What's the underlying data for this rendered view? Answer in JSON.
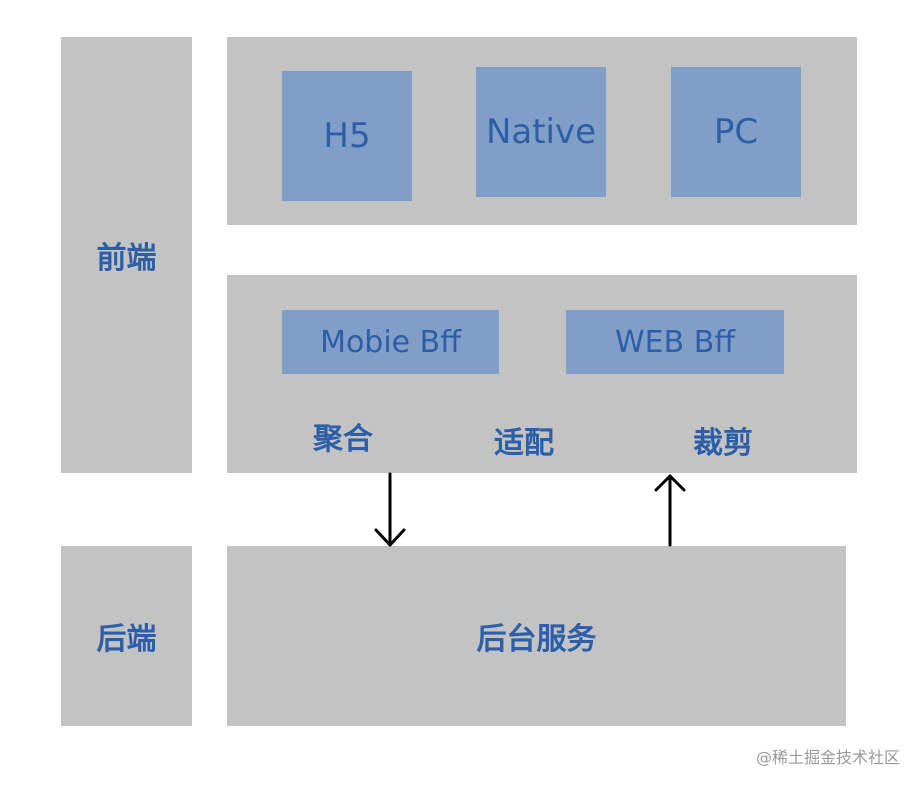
{
  "frontend": {
    "label": "前端",
    "clients": [
      "H5",
      "Native",
      "PC"
    ],
    "bff": [
      "Mobie Bff",
      "WEB Bff"
    ],
    "functions": [
      "聚合",
      "适配",
      "裁剪"
    ]
  },
  "backend": {
    "label": "后端",
    "service": "后台服务"
  },
  "watermark": "@稀土掘金技术社区",
  "colors": {
    "panel": "#c3c3c3",
    "module": "#819ec9",
    "text": "#2c5fa8",
    "arrow": "#000000"
  }
}
